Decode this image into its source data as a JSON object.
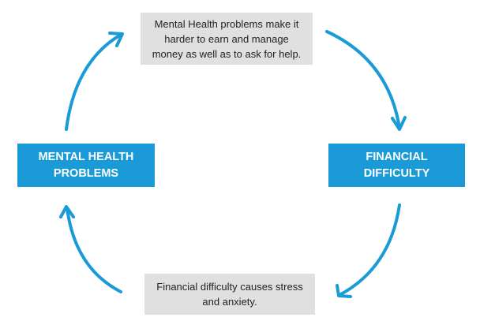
{
  "diagram": {
    "nodes": [
      {
        "id": "mental-health",
        "label": "MENTAL HEALTH\nPROBLEMS"
      },
      {
        "id": "financial",
        "label": "FINANCIAL\nDIFFICULTY"
      }
    ],
    "notes": [
      {
        "id": "top",
        "text": "Mental Health problems make it\nharder to earn and manage\nmoney as well as to ask for help."
      },
      {
        "id": "bottom",
        "text": "Financial difficulty causes stress\nand anxiety."
      }
    ],
    "colors": {
      "box_fill": "#1a9bd7",
      "arrow": "#1a9bd7",
      "note_fill": "#e0e0e0",
      "node_text": "#ffffff",
      "note_text": "#222222"
    }
  }
}
